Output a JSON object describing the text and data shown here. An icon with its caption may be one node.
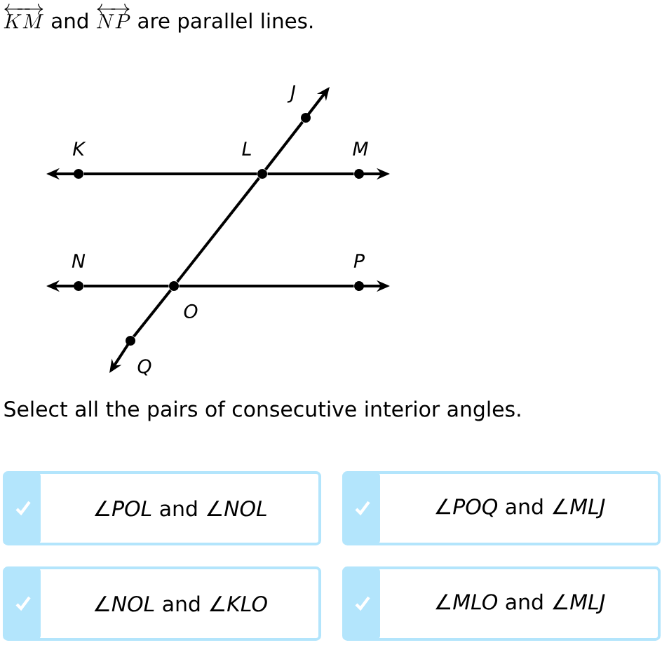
{
  "diagram": {
    "title": "\\overleftrightarrow{KM}\\text{ and }\\overleftrightarrow{NP}\\text{ are parallel lines.}",
    "nodes": [
      {
        "text": [],
        "shape": "circle",
        "beside": [
          "K"
        ]
      },
      {
        "text": [],
        "shape": "circle",
        "beside": [
          "L"
        ]
      },
      {
        "text": [],
        "shape": "circle",
        "beside": [
          "M"
        ]
      },
      {
        "text": [],
        "shape": "circle",
        "beside": [
          "N"
        ]
      },
      {
        "text": [],
        "shape": "circle",
        "beside": [
          "O"
        ]
      },
      {
        "text": [],
        "shape": "circle",
        "beside": [
          "P"
        ]
      },
      {
        "text": [],
        "shape": "circle",
        "beside": [
          "J"
        ]
      },
      {
        "text": [],
        "shape": "circle",
        "beside": [
          "Q"
        ]
      },
      {
        "text": [
          "∠*POL* and ∠*NOL*"
        ]
      },
      {
        "text": [
          "∠*POQ* and ∠*MLJ*"
        ]
      },
      {
        "text": [
          "∠*NOL* and ∠*KLO*"
        ]
      },
      {
        "text": [
          "∠*MLO* and ∠*MLJ*"
        ]
      }
    ],
    "edges": [
      {
        "from": 0,
        "to": 1,
        "arrow": "none"
      },
      {
        "from": 1,
        "to": 2,
        "arrow": "none"
      },
      {
        "from": 3,
        "to": 4,
        "arrow": "none"
      },
      {
        "from": 4,
        "to": 5,
        "arrow": "none"
      },
      {
        "from": 7,
        "to": 4,
        "arrow": "none"
      },
      {
        "from": 4,
        "to": 1,
        "arrow": "none"
      },
      {
        "from": 1,
        "to": 6,
        "arrow": "none"
      },
      {
        "from": 0,
        "to": null,
        "arrow": "to"
      },
      {
        "from": 2,
        "to": null,
        "arrow": "to"
      },
      {
        "from": 3,
        "to": null,
        "arrow": "to"
      },
      {
        "from": 5,
        "to": null,
        "arrow": "to"
      },
      {
        "from": 6,
        "to": null,
        "arrow": "to"
      },
      {
        "from": 7,
        "to": null,
        "arrow": "to"
      }
    ],
    "labels": [
      "Select all the pairs of consecutive interior angles."
    ]
  }
}
